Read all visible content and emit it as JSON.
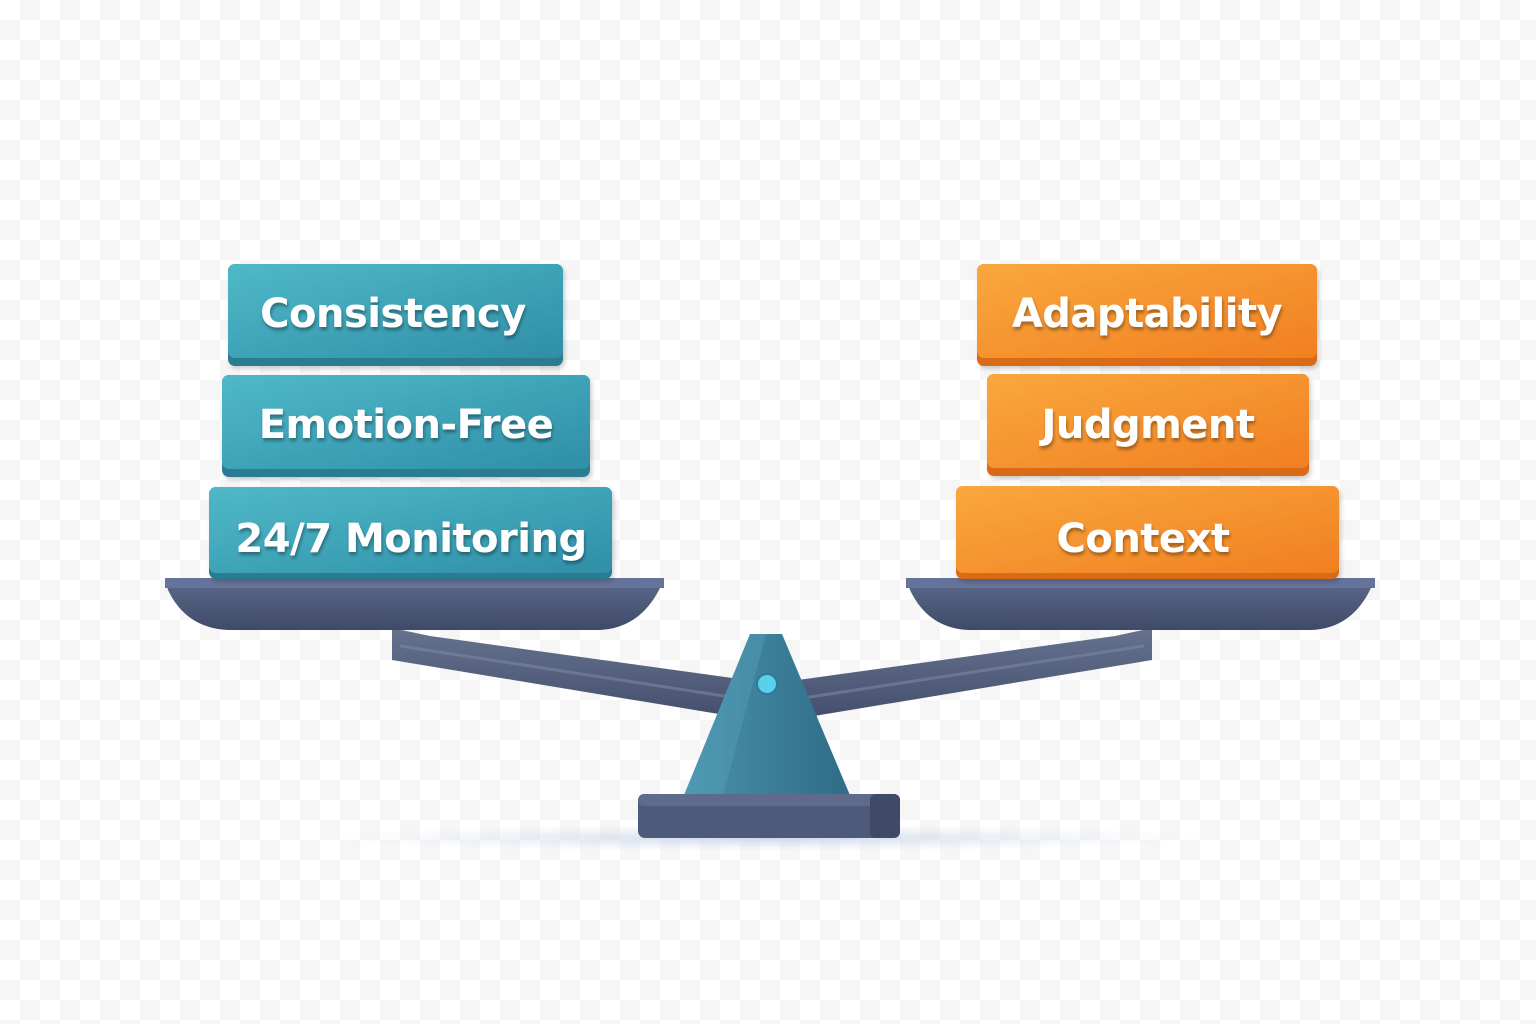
{
  "left_stack": {
    "color_top": "#4bb6c6",
    "color_bottom": "#2e8fa8",
    "blocks": [
      {
        "label": "Consistency"
      },
      {
        "label": "Emotion-Free"
      },
      {
        "label": "24/7 Monitoring"
      }
    ]
  },
  "right_stack": {
    "color_top": "#f9a43a",
    "color_bottom": "#f07f22",
    "blocks": [
      {
        "label": "Adaptability"
      },
      {
        "label": "Judgment"
      },
      {
        "label": "Context"
      }
    ]
  },
  "scale": {
    "body_color": "#4b5878",
    "pivot_color": "#3d7c97",
    "pivot_dot_color": "#5ad0ea"
  }
}
